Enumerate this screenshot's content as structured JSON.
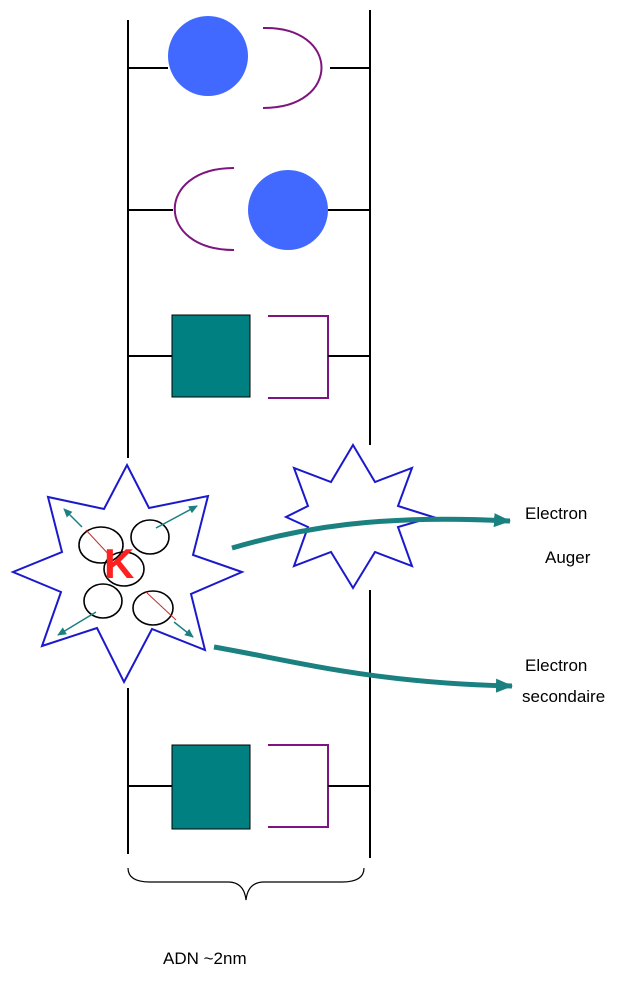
{
  "labels": {
    "k": "K",
    "auger_line1": "Electron",
    "auger_line2": "Auger",
    "secondary_line1": "Electron",
    "secondary_line2": "secondaire",
    "dna_size": "ADN ~2nm"
  },
  "colors": {
    "backbone": "#000000",
    "blue_base": "#4169ff",
    "purple_base": "#7d1480",
    "teal_base": "#008080",
    "star_outline": "#1a1acc",
    "arrow_teal": "#1a8080",
    "k_red": "#ff2020"
  },
  "icons": [
    "blue-circle-base",
    "purple-cup-base",
    "teal-square-base",
    "purple-bracket-base",
    "explosion-star",
    "electron-orbit",
    "emission-arrow",
    "size-brace"
  ]
}
